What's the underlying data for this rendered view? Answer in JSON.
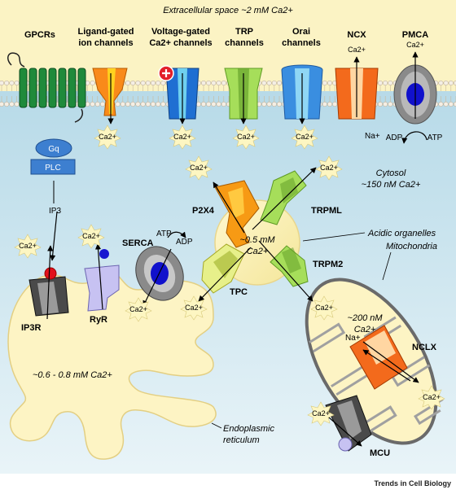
{
  "extracellular": {
    "label": "Extracellular space ~2 mM Ca2+"
  },
  "cytosol": {
    "line1": "Cytosol",
    "line2": "~150 nM Ca2+"
  },
  "channels": {
    "gpcrs": "GPCRs",
    "ligand_line1": "Ligand-gated",
    "ligand_line2": "ion channels",
    "voltage_line1": "Voltage-gated",
    "voltage_line2": "Ca2+ channels",
    "trp_line1": "TRP",
    "trp_line2": "channels",
    "orai_line1": "Orai",
    "orai_line2": "channels",
    "ncx": "NCX",
    "pmca": "PMCA"
  },
  "signaling": {
    "gq": "Gq",
    "plc": "PLC",
    "ip3": "IP3"
  },
  "er": {
    "ip3r": "IP3R",
    "ryr": "RyR",
    "serca": "SERCA",
    "atp": "ATP",
    "adp": "ADP",
    "conc": "~0.6 - 0.8 mM Ca2+",
    "name_line1": "Endoplasmic",
    "name_line2": "reticulum"
  },
  "acidic": {
    "p2x4": "P2X4",
    "trpml": "TRPML",
    "trpm2": "TRPM2",
    "tpc": "TPC",
    "conc_line1": "~0.5 mM",
    "conc_line2": "Ca2+",
    "name": "Acidic organelles"
  },
  "mito": {
    "name": "Mitochondria",
    "conc_line1": "~200 nM",
    "conc_line2": "Ca2+",
    "nclx": "NCLX",
    "mcu": "MCU",
    "na": "Na+"
  },
  "pm_labels": {
    "na": "Na+",
    "adp": "ADP",
    "atp": "ATP"
  },
  "ion": {
    "ca": "Ca2+"
  },
  "credit": "Trends in Cell Biology",
  "colors": {
    "extracellular": "#fbf3c4",
    "cytosol": "#cfe6ef",
    "er": "#fdf4c4",
    "mito_inner": "#fdf4c4",
    "orange": "#f98a1a",
    "green": "#8ed24a",
    "blue": "#3a8ee0",
    "grey": "#8a8a8a"
  }
}
